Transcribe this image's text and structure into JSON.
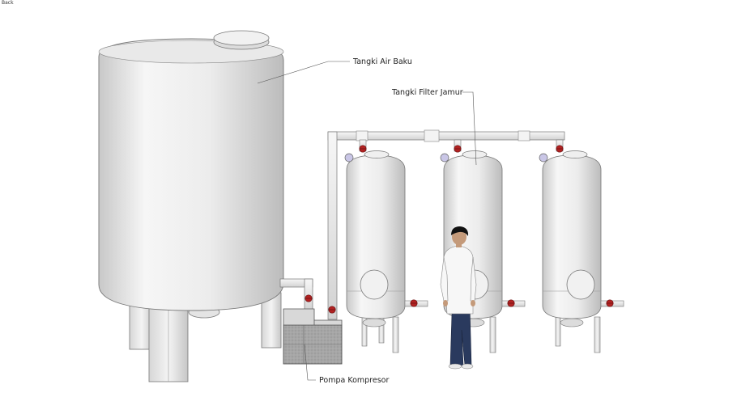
{
  "nav": {
    "back_label": "Back"
  },
  "labels": {
    "raw_water_tank": "Tangki Air Baku",
    "filter_tank": "Tangki Filter Jamur",
    "compressor_pump": "Pompa Kompresor"
  },
  "colors": {
    "background": "#ffffff",
    "tank_light": "#f4f4f4",
    "tank_mid": "#dcdcdc",
    "tank_shadow": "#bdbdbd",
    "valve": "#b22222",
    "gauge": "#c9c6e6",
    "pump": "#9a9a9a",
    "person_shirt": "#f7f7f7",
    "person_pants": "#2a3a5e",
    "person_hair": "#111111",
    "leader_line": "#555555"
  }
}
